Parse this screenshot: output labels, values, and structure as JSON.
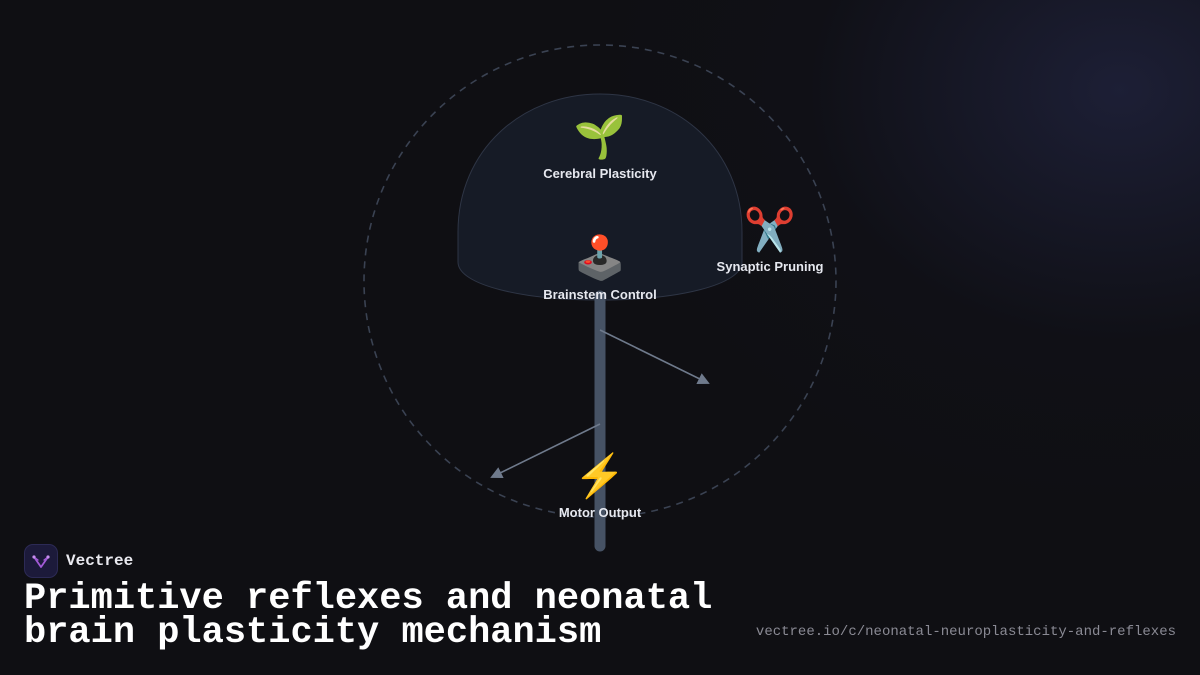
{
  "diagram": {
    "nodes": [
      {
        "id": "plasticity",
        "icon": "seedling-icon",
        "emoji": "🌱",
        "label": "Cerebral Plasticity"
      },
      {
        "id": "brainstem",
        "icon": "joystick-icon",
        "emoji": "🕹️",
        "label": "Brainstem Control"
      },
      {
        "id": "pruning",
        "icon": "scissors-icon",
        "emoji": "✂️",
        "label": "Synaptic Pruning"
      },
      {
        "id": "motor",
        "icon": "lightning-icon",
        "emoji": "⚡",
        "label": "Motor Output"
      }
    ],
    "colors": {
      "ring": "#3a4252",
      "brain": "#161b26",
      "stem": "#465264",
      "arrow": "#6f7a8c"
    }
  },
  "brand": {
    "name": "Vectree",
    "logo_icon": "vectree-logo-icon"
  },
  "title": "Primitive reflexes and neonatal brain plasticity mechanism",
  "url": "vectree.io/c/neonatal-neuroplasticity-and-reflexes"
}
